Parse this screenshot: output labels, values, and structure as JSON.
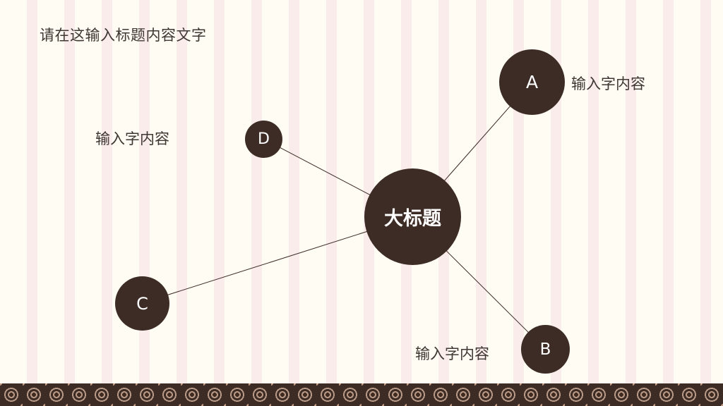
{
  "page": {
    "title": "请在这输入标题内容文字"
  },
  "diagram": {
    "center": {
      "label": "大标题"
    },
    "nodes": [
      {
        "id": "A",
        "label": "A",
        "text": "输入字内容"
      },
      {
        "id": "B",
        "label": "B",
        "text": "输入字内容"
      },
      {
        "id": "C",
        "label": "C",
        "text": ""
      },
      {
        "id": "D",
        "label": "D",
        "text": "输入字内容"
      }
    ]
  },
  "colors": {
    "node": "#3d2c26",
    "background": "#fefcf3",
    "stripe": "#f9ecea",
    "text": "#3f3733",
    "pattern_accent": "#b99884"
  }
}
